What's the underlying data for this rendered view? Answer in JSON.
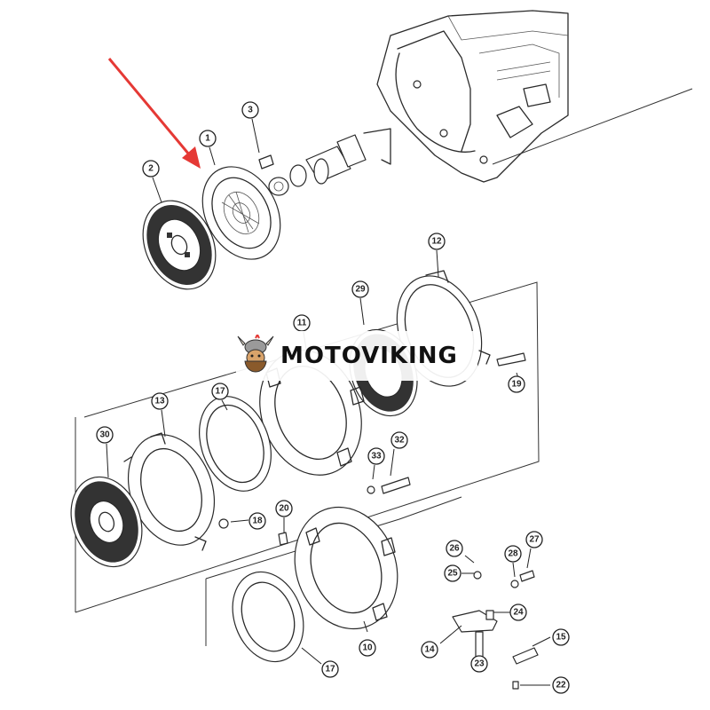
{
  "watermark": {
    "brand": "MOTOVIKING",
    "logo_icon": "viking-head-icon",
    "arrow_color": "#e53935"
  },
  "callouts": [
    {
      "id": "c1",
      "label": "1"
    },
    {
      "id": "c2",
      "label": "2"
    },
    {
      "id": "c3",
      "label": "3"
    },
    {
      "id": "c10",
      "label": "10"
    },
    {
      "id": "c11",
      "label": "11"
    },
    {
      "id": "c12",
      "label": "12"
    },
    {
      "id": "c13",
      "label": "13"
    },
    {
      "id": "c14",
      "label": "14"
    },
    {
      "id": "c15",
      "label": "15"
    },
    {
      "id": "c17a",
      "label": "17"
    },
    {
      "id": "c17b",
      "label": "17"
    },
    {
      "id": "c18",
      "label": "18"
    },
    {
      "id": "c19",
      "label": "19"
    },
    {
      "id": "c20",
      "label": "20"
    },
    {
      "id": "c22",
      "label": "22"
    },
    {
      "id": "c23",
      "label": "23"
    },
    {
      "id": "c24",
      "label": "24"
    },
    {
      "id": "c25",
      "label": "25"
    },
    {
      "id": "c26",
      "label": "26"
    },
    {
      "id": "c27",
      "label": "27"
    },
    {
      "id": "c28",
      "label": "28"
    },
    {
      "id": "c29",
      "label": "29"
    },
    {
      "id": "c30",
      "label": "30"
    },
    {
      "id": "c32",
      "label": "32"
    },
    {
      "id": "c33",
      "label": "33"
    }
  ]
}
